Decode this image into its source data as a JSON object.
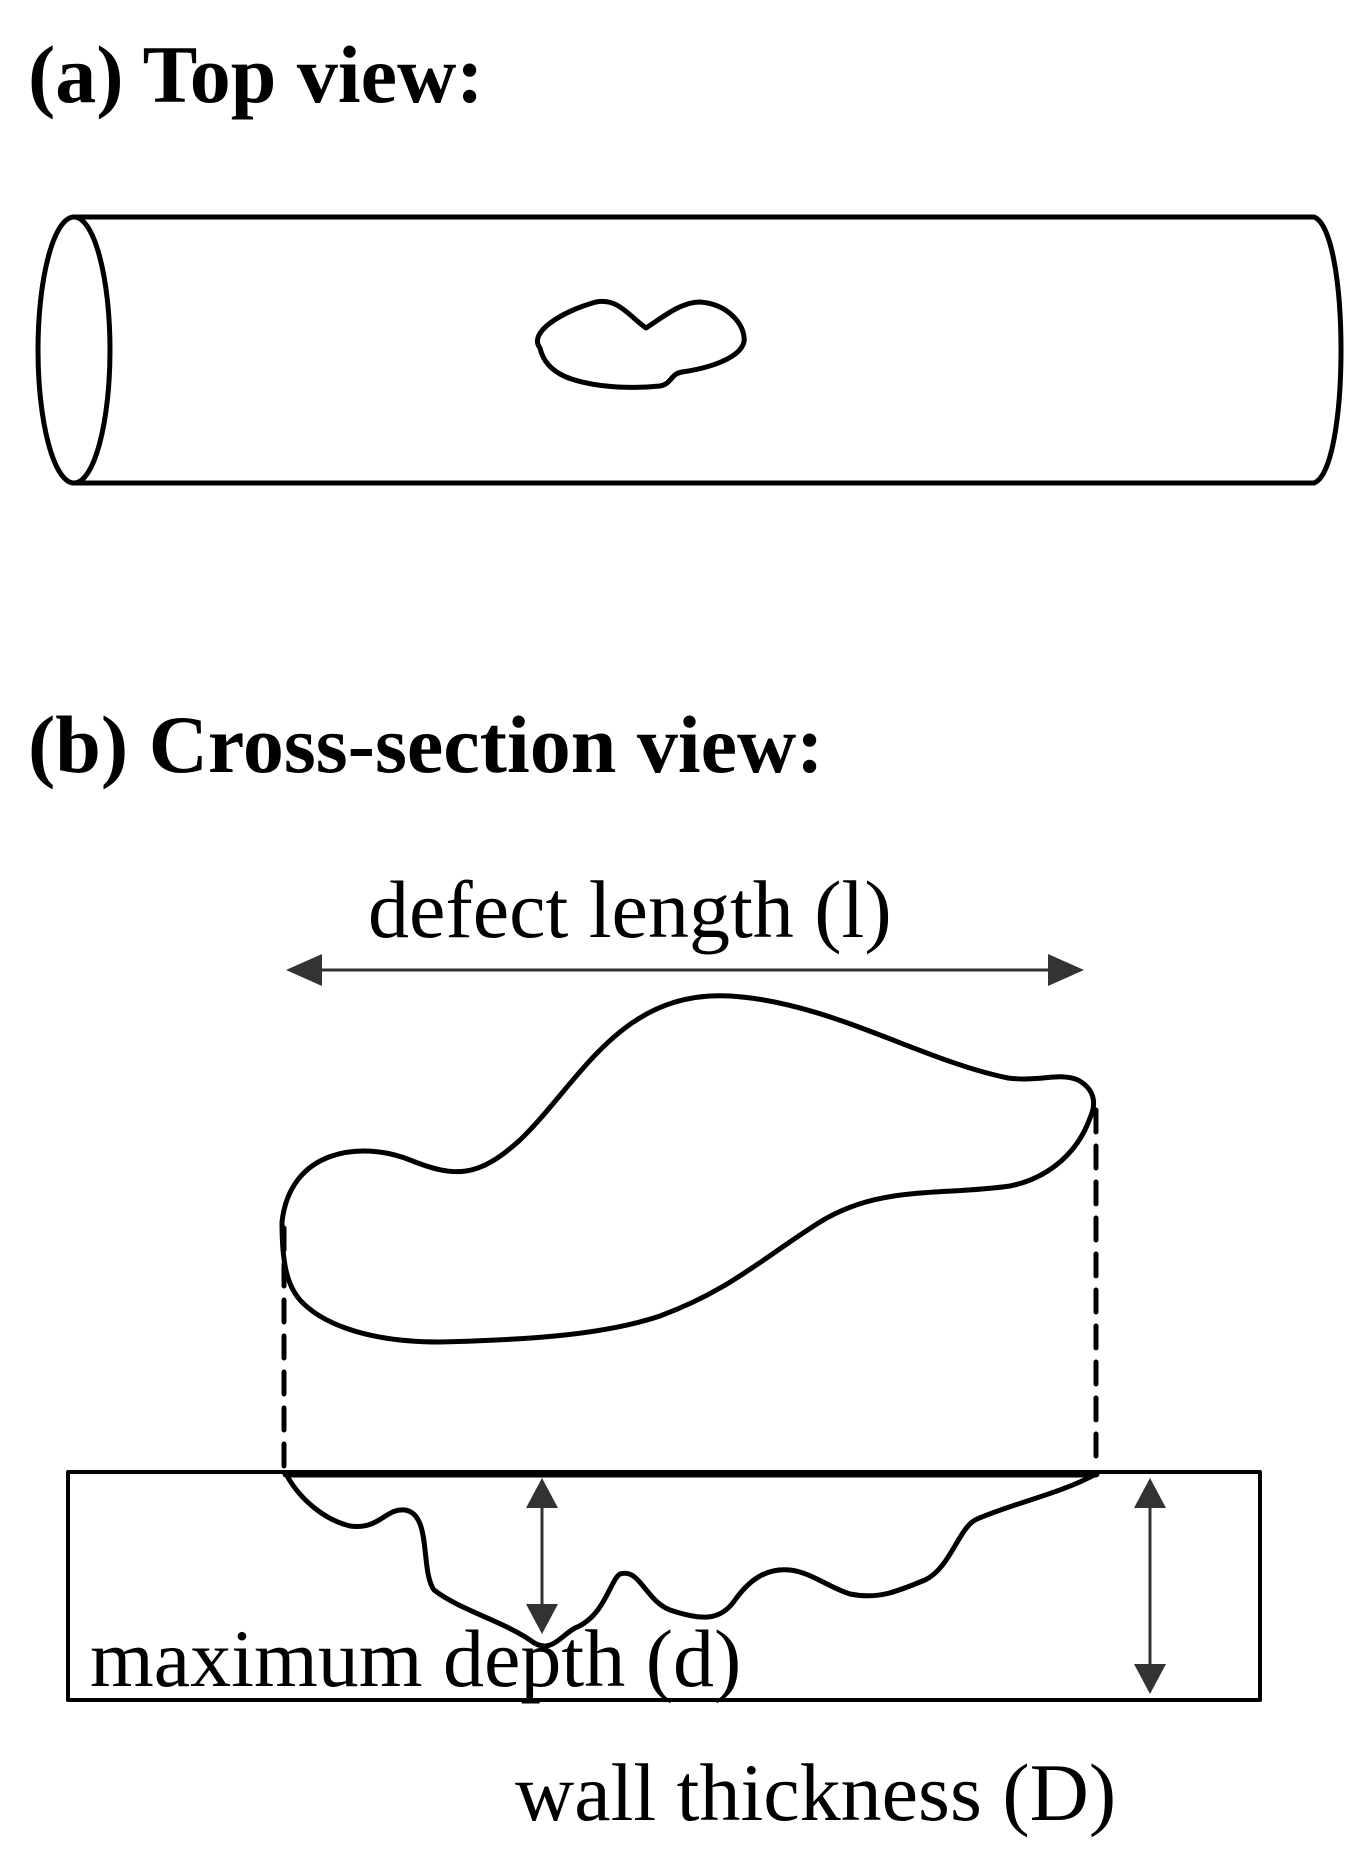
{
  "panel_a": {
    "heading": "(a) Top view:"
  },
  "panel_b": {
    "heading": "(b) Cross-section view:",
    "defect_length_label": "defect length (l)",
    "max_depth_label": "maximum depth (d)",
    "wall_thickness_label": "wall thickness (D)"
  },
  "colors": {
    "line": "#000000",
    "dimension": "#333333",
    "background": "#ffffff"
  }
}
